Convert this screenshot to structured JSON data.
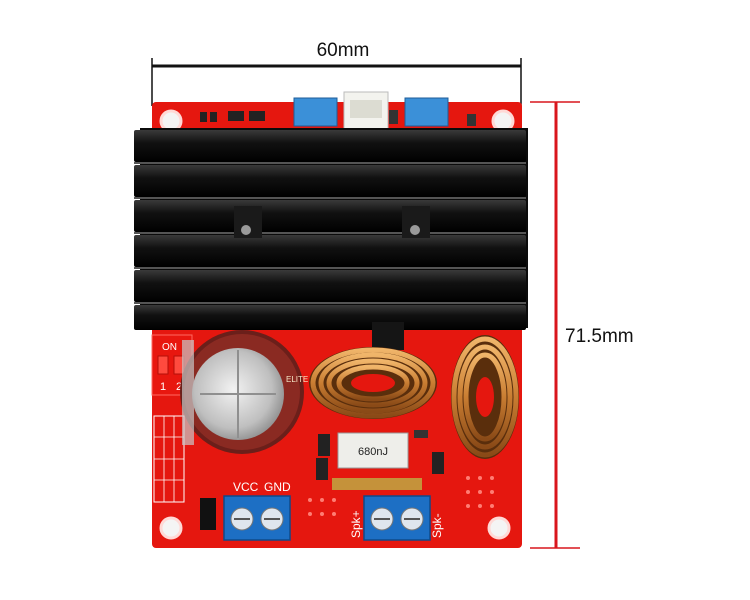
{
  "dimensions": {
    "width_label": "60mm",
    "height_label": "71.5mm"
  },
  "board_labels": {
    "vcc": "VCC",
    "gnd": "GND",
    "spk_plus": "Spk+",
    "spk_minus": "Spk-",
    "switch_on": "ON",
    "switch_1": "1",
    "switch_2": "2",
    "inductor_value": "680nJ"
  },
  "colors": {
    "pcb_red": "#e5170f",
    "heatsink": "#151515",
    "terminal_blue": "#1d6fc4",
    "copper_coil": "#c97d32",
    "dimension_line_red": "#d9161d"
  }
}
